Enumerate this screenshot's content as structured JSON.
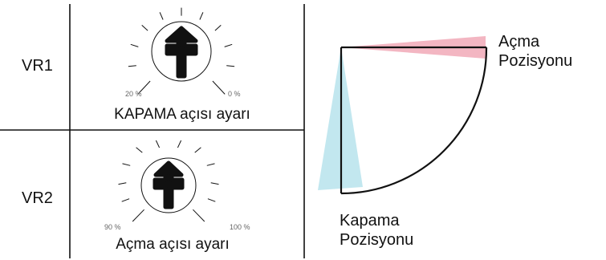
{
  "settings": [
    {
      "row_label": "VR1",
      "caption": "KAPAMA açısı ayarı",
      "min_label": "20 %",
      "max_label": "0 %"
    },
    {
      "row_label": "VR2",
      "caption": "Açma açısı ayarı",
      "min_label": "90 %",
      "max_label": "100 %"
    }
  ],
  "positions": {
    "open": {
      "line1": "Açma",
      "line2": "Pozisyonu"
    },
    "close": {
      "line1": "Kapama",
      "line2": "Pozisyonu"
    }
  },
  "colors": {
    "open_wedge": "#f2aebb",
    "close_wedge": "#bfe6ee",
    "line": "#111111",
    "scale_text": "#666666"
  },
  "icons": {
    "knob_symbol": "cross-arrow-up-icon"
  }
}
